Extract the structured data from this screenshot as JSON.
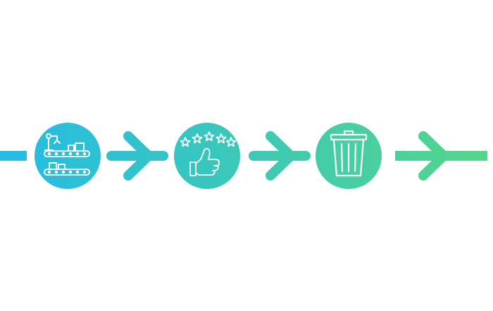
{
  "diagram": {
    "type": "process-flow",
    "steps": [
      {
        "icon": "factory-conveyor-robot-arm-icon",
        "fill": "#2BC0DF"
      },
      {
        "icon": "thumbs-up-five-stars-icon",
        "fill": "#30C6C9"
      },
      {
        "icon": "trash-bin-icon",
        "fill": "#3ECFA5"
      }
    ],
    "connectors": [
      "arrow-right",
      "arrow-right",
      "arrow-right"
    ],
    "colors": {
      "gradient_start": "#24BBE6",
      "gradient_end": "#55D688",
      "icon_stroke": "#FFFFFF",
      "background": "#FFFFFF"
    }
  }
}
